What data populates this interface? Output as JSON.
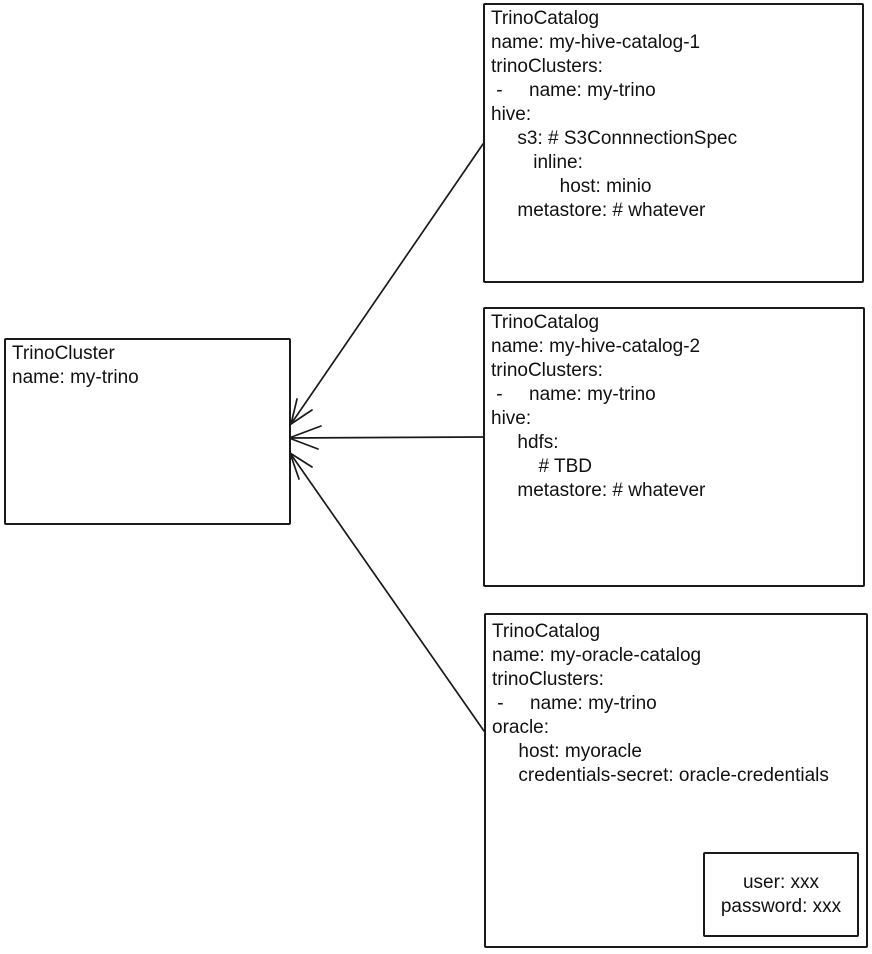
{
  "colors": {
    "stroke": "#1a1a1a",
    "text": "#111111",
    "background": "#ffffff"
  },
  "boxes": {
    "cluster": {
      "lines": [
        "TrinoCluster",
        "name: my-trino"
      ]
    },
    "catalog1": {
      "lines": [
        "TrinoCatalog",
        "name: my-hive-catalog-1",
        "trinoClusters:",
        " -     name: my-trino",
        "hive:",
        "     s3: # S3ConnnectionSpec",
        "        inline:",
        "             host: minio",
        "     metastore: # whatever"
      ]
    },
    "catalog2": {
      "lines": [
        "TrinoCatalog",
        "name: my-hive-catalog-2",
        "trinoClusters:",
        " -     name: my-trino",
        "hive:",
        "     hdfs:",
        "         # TBD",
        "     metastore: # whatever"
      ]
    },
    "catalog3": {
      "lines": [
        "TrinoCatalog",
        "name: my-oracle-catalog",
        "trinoClusters:",
        " -     name: my-trino",
        "oracle:",
        "     host: myoracle",
        "     credentials-secret: oracle-credentials"
      ]
    },
    "secret": {
      "lines": [
        "user: xxx",
        "password: xxx"
      ]
    }
  }
}
